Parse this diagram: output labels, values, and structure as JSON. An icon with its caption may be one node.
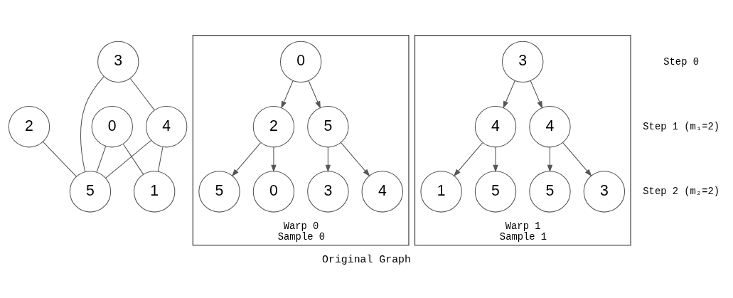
{
  "diagram": {
    "caption": "Original Graph",
    "nodes": [
      {
        "text": [
          "0"
        ]
      },
      {
        "text": [
          "2"
        ]
      },
      {
        "text": [
          "3"
        ]
      },
      {
        "text": [
          "4"
        ]
      },
      {
        "text": [
          "5"
        ]
      },
      {
        "text": [
          "1"
        ]
      },
      {
        "text": [
          "Warp 0",
          "Sample 0"
        ]
      },
      {
        "text": [
          "0"
        ],
        "in": 6
      },
      {
        "text": [
          "2"
        ],
        "in": 6
      },
      {
        "text": [
          "5"
        ],
        "in": 6
      },
      {
        "text": [
          "5"
        ],
        "in": 6
      },
      {
        "text": [
          "0"
        ],
        "in": 6
      },
      {
        "text": [
          "3"
        ],
        "in": 6
      },
      {
        "text": [
          "4"
        ],
        "in": 6
      },
      {
        "text": [
          "Warp 1",
          "Sample 1"
        ]
      },
      {
        "text": [
          "3"
        ],
        "in": 14
      },
      {
        "text": [
          "4"
        ],
        "in": 14
      },
      {
        "text": [
          "4"
        ],
        "in": 14
      },
      {
        "text": [
          "1"
        ],
        "in": 14
      },
      {
        "text": [
          "5"
        ],
        "in": 14
      },
      {
        "text": [
          "5"
        ],
        "in": 14
      },
      {
        "text": [
          "3"
        ],
        "in": 14
      }
    ],
    "edges": [
      {
        "from": 0,
        "to": 4,
        "arrow": "none"
      },
      {
        "from": 0,
        "to": 5,
        "arrow": "none"
      },
      {
        "from": 1,
        "to": 4,
        "arrow": "none"
      },
      {
        "from": 2,
        "to": 4,
        "arrow": "none"
      },
      {
        "from": 2,
        "to": 3,
        "arrow": "none"
      },
      {
        "from": 3,
        "to": 4,
        "arrow": "none"
      },
      {
        "from": 3,
        "to": 5,
        "arrow": "none"
      },
      {
        "from": 7,
        "to": 8,
        "arrow": "to"
      },
      {
        "from": 7,
        "to": 9,
        "arrow": "to"
      },
      {
        "from": 8,
        "to": 10,
        "arrow": "to"
      },
      {
        "from": 8,
        "to": 11,
        "arrow": "to"
      },
      {
        "from": 9,
        "to": 12,
        "arrow": "to"
      },
      {
        "from": 9,
        "to": 13,
        "arrow": "to"
      },
      {
        "from": 15,
        "to": 16,
        "arrow": "to"
      },
      {
        "from": 15,
        "to": 17,
        "arrow": "to"
      },
      {
        "from": 16,
        "to": 18,
        "arrow": "to"
      },
      {
        "from": 16,
        "to": 19,
        "arrow": "to"
      },
      {
        "from": 17,
        "to": 20,
        "arrow": "to"
      },
      {
        "from": 17,
        "to": 21,
        "arrow": "to"
      }
    ],
    "labels": [
      "Step 0",
      "Step 1 (m₁=2)",
      "Step 2 (m₂=2)"
    ]
  }
}
